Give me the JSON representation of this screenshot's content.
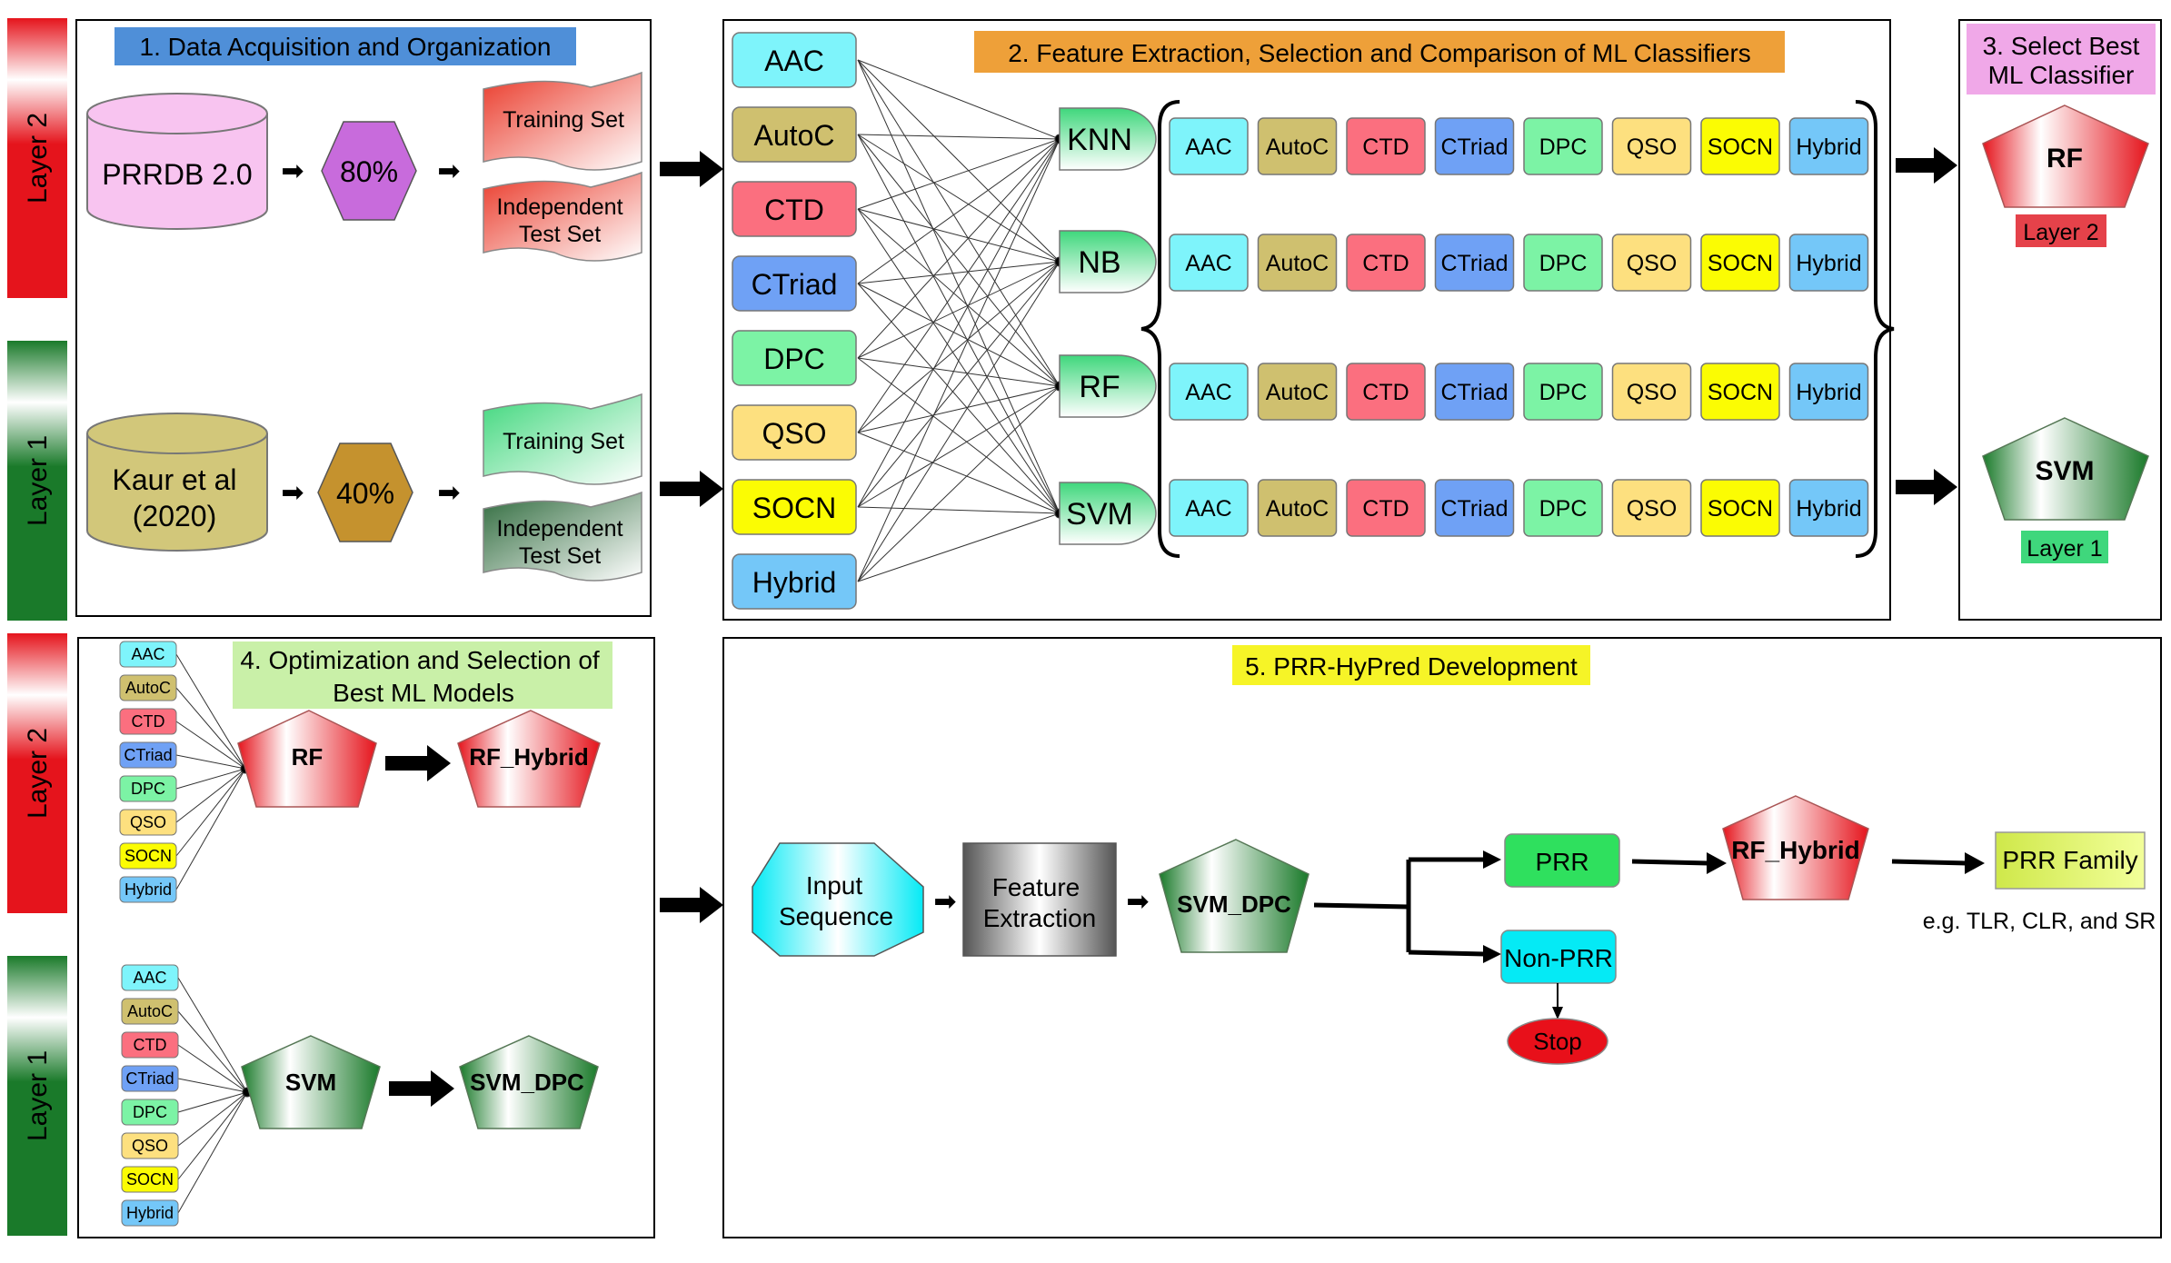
{
  "layers": {
    "layer1": "Layer 1",
    "layer2": "Layer 2"
  },
  "sections": {
    "s1": "1. Data Acquisition and Organization",
    "s2": "2. Feature Extraction, Selection and Comparison of ML Classifiers",
    "s3_line1": "3. Select Best",
    "s3_line2": "ML Classifier",
    "s4_line1": "4. Optimization and Selection of",
    "s4_line2": "Best ML Models",
    "s5": "5. PRR-HyPred Development"
  },
  "panel1": {
    "db_layer2": "PRRDB 2.0",
    "db_layer1_line1": "Kaur et al",
    "db_layer1_line2": "(2020)",
    "pct_layer2": "80%",
    "pct_layer1": "40%",
    "training": "Training Set",
    "test_line1": "Independent",
    "test_line2": "Test Set"
  },
  "features": [
    "AAC",
    "AutoC",
    "CTD",
    "CTriad",
    "DPC",
    "QSO",
    "SOCN",
    "Hybrid"
  ],
  "classifiers": [
    "KNN",
    "NB",
    "RF",
    "SVM"
  ],
  "panel3": {
    "rf": "RF",
    "rf_layer": "Layer 2",
    "svm": "SVM",
    "svm_layer": "Layer 1"
  },
  "panel4": {
    "rf": "RF",
    "rf_best": "RF_Hybrid",
    "svm": "SVM",
    "svm_best": "SVM_DPC"
  },
  "panel5": {
    "input_line1": "Input",
    "input_line2": "Sequence",
    "feat_line1": "Feature",
    "feat_line2": "Extraction",
    "svm_dpc": "SVM_DPC",
    "prr": "PRR",
    "non_prr": "Non-PRR",
    "stop": "Stop",
    "rf_hybrid": "RF_Hybrid",
    "family": "PRR Family",
    "example": "e.g. TLR, CLR, and SR"
  },
  "colors": {
    "AAC": "#7ef4fb",
    "AutoC": "#cfc06f",
    "CTD": "#fb6f7f",
    "CTriad": "#6fa1f5",
    "DPC": "#7cf3a5",
    "QSO": "#fde07f",
    "SOCN": "#fbfc03",
    "Hybrid": "#74c7f8",
    "red": "#e5141c",
    "green": "#1a7a2a",
    "purple": "#c86bdc",
    "gold": "#c5922e",
    "blue_label": "#4f8fd8",
    "orange_label": "#eea039",
    "pink_label": "#f0a8e8",
    "lightgreen_label": "#c9f0a8",
    "yellow_label": "#f6f427"
  }
}
